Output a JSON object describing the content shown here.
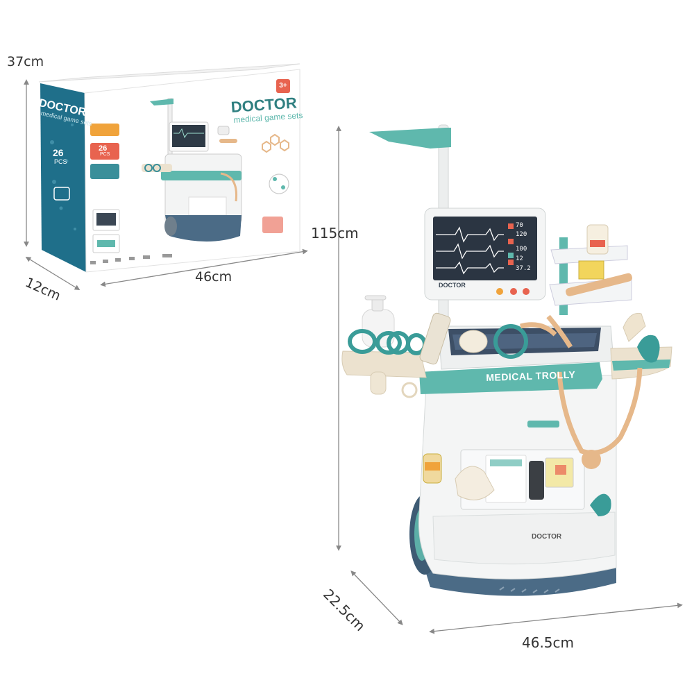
{
  "dimensions": {
    "box_height": "37cm",
    "box_depth": "12cm",
    "box_width": "46cm",
    "trolley_height": "115cm",
    "trolley_depth": "22.5cm",
    "trolley_width": "46.5cm"
  },
  "box": {
    "brand_title": "DOCTOR",
    "subtitle": "medical game sets",
    "piece_count": "26",
    "pcs_label": "PCS",
    "age_badge": "3+"
  },
  "trolley": {
    "monitor_brand": "DOCTOR",
    "vitals": [
      "70",
      "120",
      "100",
      "12",
      "37.2"
    ],
    "banner_label": "MEDICAL TROLLY",
    "cabinet_brand": "DOCTOR"
  },
  "colors": {
    "teal": "#5fb8ad",
    "dark_teal": "#2f7f80",
    "navy_base": "#4b6b86",
    "body_white": "#f4f5f5",
    "tan": "#e6b88a",
    "cream": "#ece2cf",
    "box_blue": "#1f6f8a"
  }
}
